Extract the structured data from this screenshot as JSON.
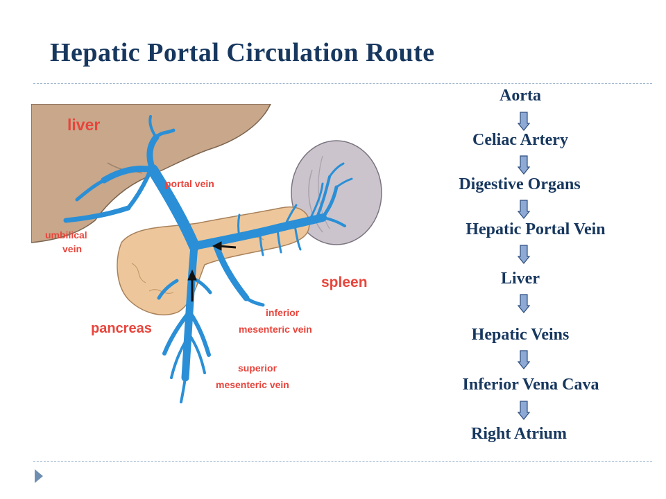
{
  "slide": {
    "title": "Hepatic Portal Circulation Route"
  },
  "diagram": {
    "labels": {
      "liver": "liver",
      "portal_vein": "portal vein",
      "umbilical_vein_1": "umbilical",
      "umbilical_vein_2": "vein",
      "spleen": "spleen",
      "pancreas": "pancreas",
      "inferior_mesenteric_1": "inferior",
      "inferior_mesenteric_2": "mesenteric vein",
      "superior_mesenteric_1": "superior",
      "superior_mesenteric_2": "mesenteric vein"
    },
    "colors": {
      "liver": "#c8a78a",
      "pancreas": "#edc79b",
      "spleen": "#cbc4cc",
      "veins": "#2a8fd6",
      "labels": "#e8453c"
    }
  },
  "route": {
    "steps": [
      "Aorta",
      "Celiac Artery",
      "Digestive Organs",
      "Hepatic Portal Vein",
      "Liver",
      "Hepatic Veins",
      "Inferior Vena Cava",
      "Right Atrium"
    ],
    "arrow_icon": "down-arrow-icon"
  },
  "colors": {
    "title": "#17375e",
    "step_text": "#17375e",
    "arrow_fill": "#8ea9d4",
    "arrow_stroke": "#2f4f7f",
    "rule": "#9fb6cd"
  }
}
